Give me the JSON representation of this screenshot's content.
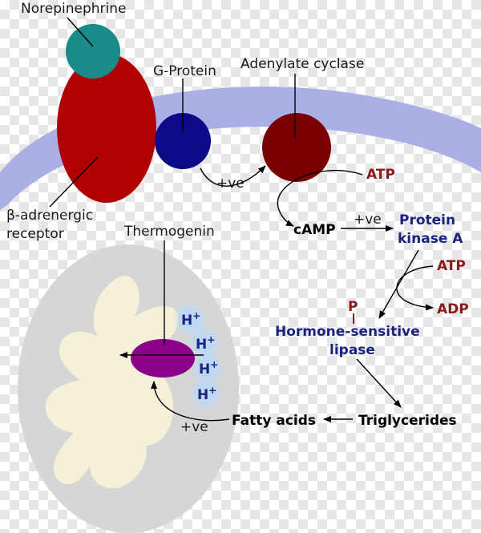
{
  "labels": {
    "norepinephrine": "Norepinephrine",
    "g_protein": "G-Protein",
    "adenylate_cyclase": "Adenylate cyclase",
    "receptor_line1": "β-adrenergic",
    "receptor_line2": "receptor",
    "thermogenin": "Thermogenin",
    "plus_ve_1": "+ve",
    "plus_ve_2": "+ve",
    "plus_ve_3": "+ve",
    "atp_1": "ATP",
    "camp": "cAMP",
    "pka_line1": "Protein",
    "pka_line2": "kinase A",
    "atp_2": "ATP",
    "adp": "ADP",
    "phosphate": "P",
    "hsl_line1": "Hormone-sensitive",
    "hsl_line2": "lipase",
    "fatty_acids": "Fatty acids",
    "triglycerides": "Triglycerides",
    "h_ion_1": "H",
    "h_ion_2": "H",
    "h_ion_3": "H",
    "h_ion_4": "H",
    "plus_sign": "+"
  },
  "colors": {
    "membrane": "#aab0e6",
    "norepinephrine": "#1a8a8a",
    "receptor": "#b00000",
    "g_protein": "#0b0b8a",
    "adenylate_cyclase": "#7a0000",
    "mitochondrion_outer": "#d6d6d6",
    "mitochondrion_inner": "#f5f0d8",
    "thermogenin": "#8a008a",
    "label_navy": "#1a237e",
    "label_maroon": "#8b1a1a"
  }
}
